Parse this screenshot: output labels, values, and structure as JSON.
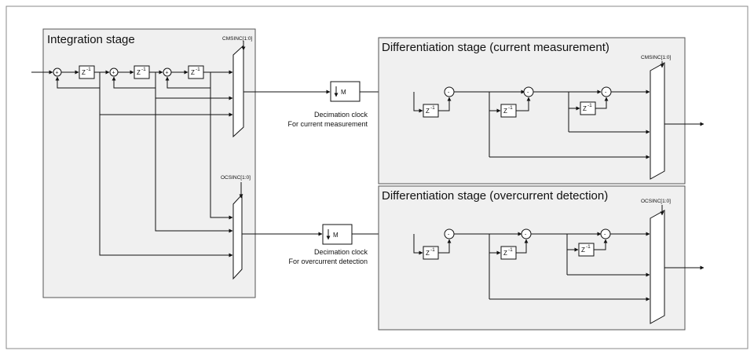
{
  "integration": {
    "title": "Integration stage",
    "mux_label": "CMSINC[1:0]",
    "mux2_label": "OCSINC[1:0]",
    "sum_sign": "+",
    "delay_label": "Z",
    "delay_exp": "-1"
  },
  "decimation": {
    "symbol": "M",
    "current_caption_1": "Decimation clock",
    "current_caption_2": "For current measurement",
    "over_caption_1": "Decimation clock",
    "over_caption_2": "For overcurrent detection"
  },
  "diff_current": {
    "title": "Differentiation stage (current measurement)",
    "mux_label": "CMSINC[1:0]",
    "sum_sign": "-"
  },
  "diff_over": {
    "title": "Differentiation stage (overcurrent detection)",
    "mux_label": "OCSINC[1:0]",
    "sum_sign": "-"
  }
}
